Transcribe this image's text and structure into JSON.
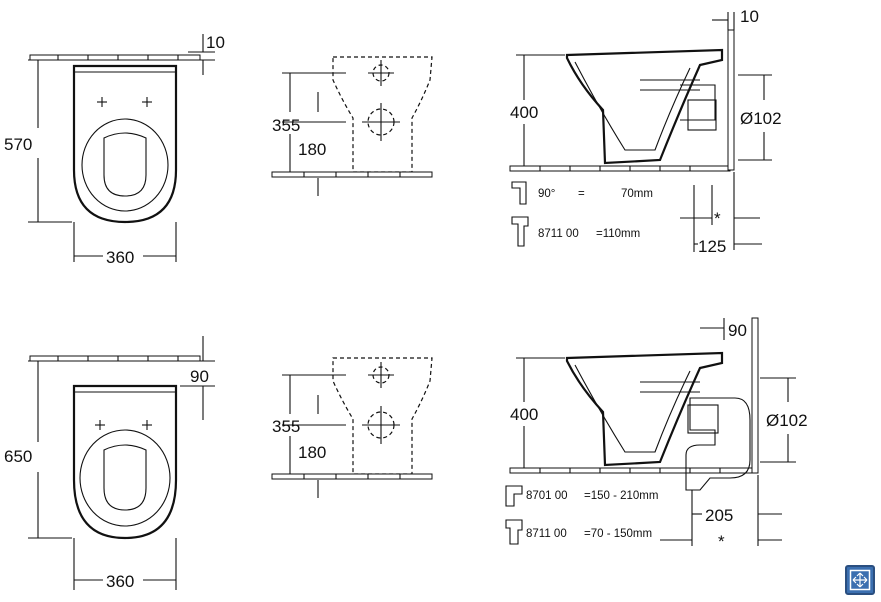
{
  "top": {
    "plan_thickness": "10",
    "plan_depth": "570",
    "plan_width": "360",
    "front_h1": "355",
    "front_h2": "180",
    "side_height": "400",
    "side_wall": "10",
    "side_pipe": "Ø102",
    "side_offset": "125",
    "asterisk": "*",
    "fit1_angle": "90°",
    "fit1_eq": "=",
    "fit1_len": "70mm",
    "fit2_code": "8711 00",
    "fit2_len": "=110mm"
  },
  "bottom": {
    "plan_thickness": "90",
    "plan_depth": "650",
    "plan_width": "360",
    "front_h1": "355",
    "front_h2": "180",
    "side_height": "400",
    "side_wall": "90",
    "side_pipe": "Ø102",
    "side_offset": "205",
    "asterisk": "*",
    "fit1_code": "8701 00",
    "fit1_len": "=150 - 210mm",
    "fit2_code": "8711 00",
    "fit2_len": "=70 -  150mm"
  },
  "ui": {
    "expand_icon": "expand-icon",
    "accent": "#3b6fb0"
  }
}
